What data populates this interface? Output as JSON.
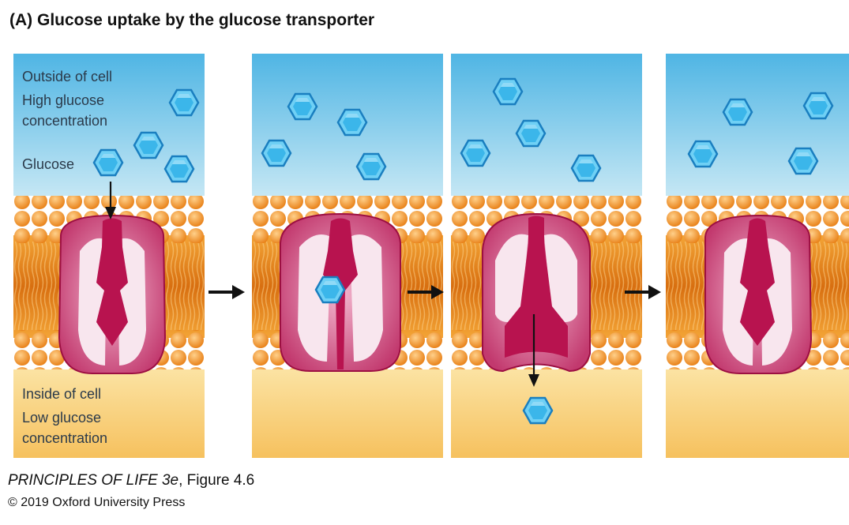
{
  "title": "(A)  Glucose uptake by the glucose transporter",
  "labels": {
    "outside": "Outside of cell",
    "high_1": "High glucose",
    "high_2": "concentration",
    "glucose": "Glucose",
    "inside": "Inside of cell",
    "low_1": "Low glucose",
    "low_2": "concentration"
  },
  "credit": {
    "book": "PRINCIPLES OF LIFE 3e",
    "figure": ", Figure 4.6",
    "copyright": "© 2019 Oxford University Press"
  },
  "colors": {
    "extracellular": "#5bbde6",
    "membrane": "#e98a24",
    "cytoplasm": "#f7c36a",
    "protein": "#b8134f",
    "glucose": "#4fc2ee"
  },
  "icons": [
    "glucose-hexagon-icon",
    "transporter-protein-icon",
    "step-arrow-icon",
    "down-arrow-icon"
  ]
}
